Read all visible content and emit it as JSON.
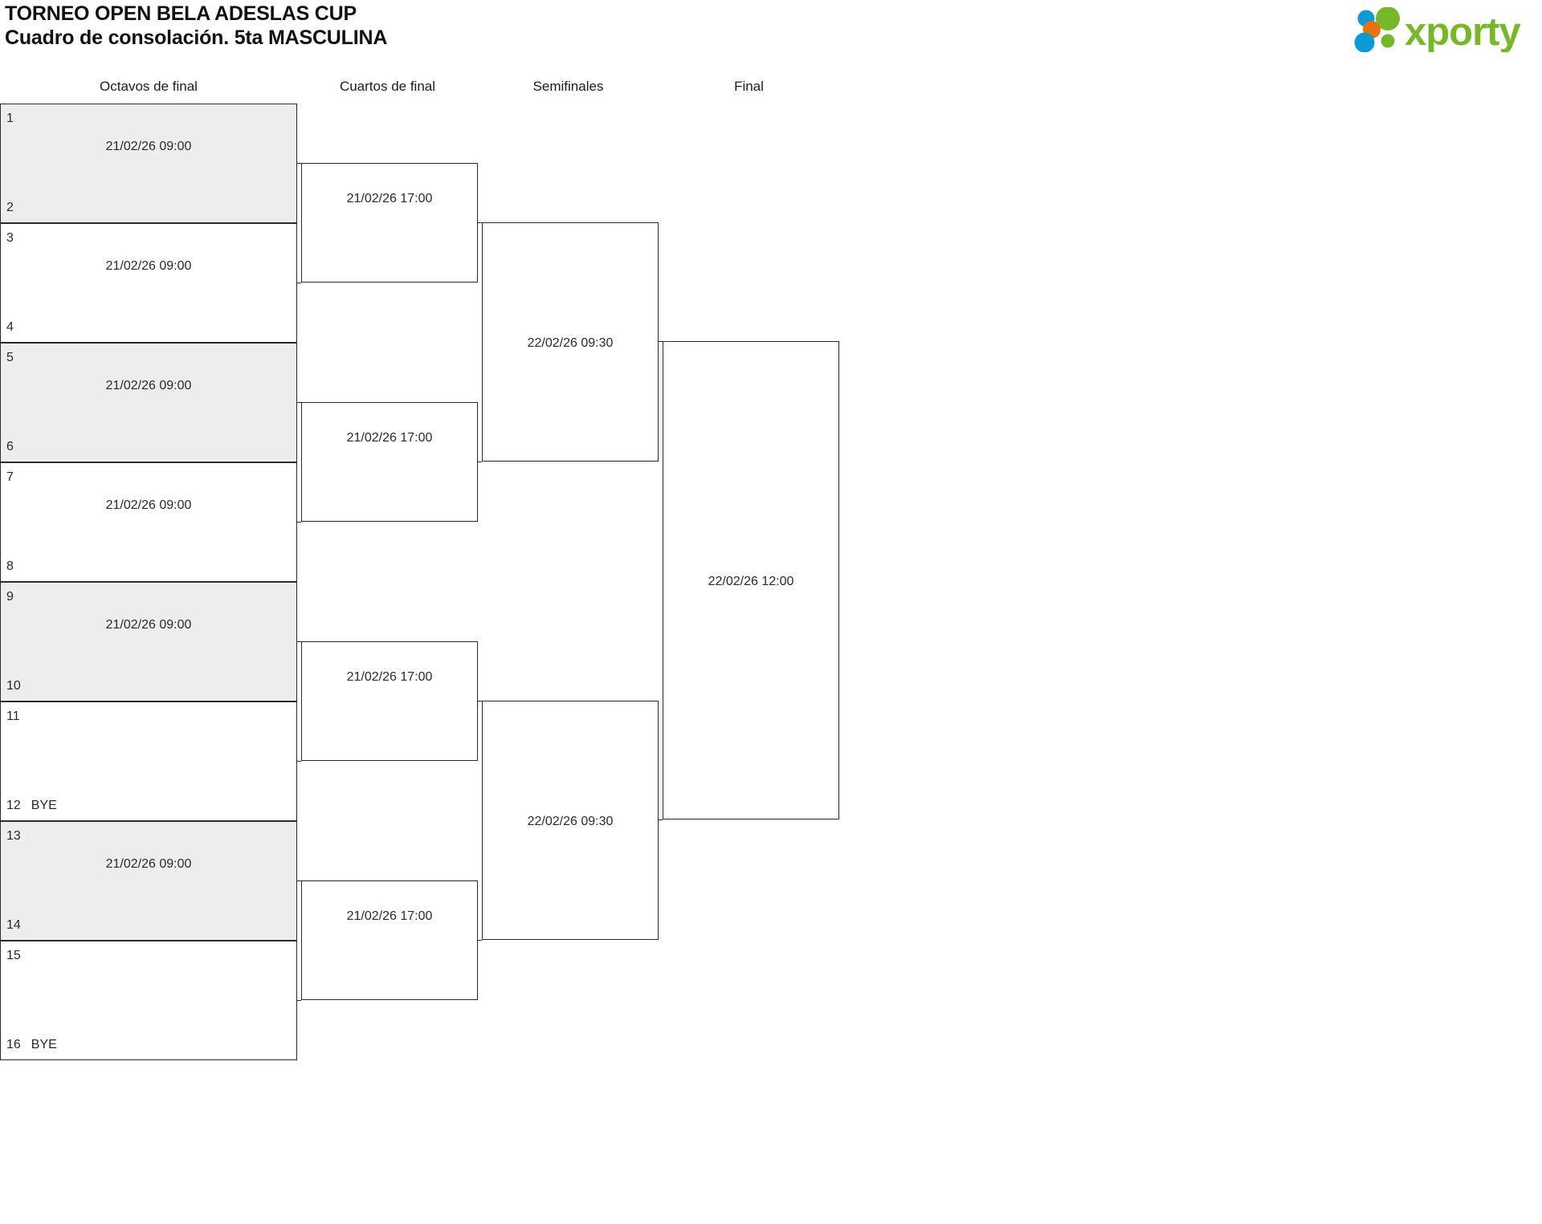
{
  "header": {
    "title_line1": "TORNEO OPEN BELA ADESLAS CUP",
    "title_line2": "Cuadro de consolación. 5ta MASCULINA",
    "logo_text": "xporty"
  },
  "colors": {
    "shaded_row": "#ededed",
    "border": "#2b2b2b",
    "text": "#2a2a2a",
    "logo_green": "#76b82a",
    "logo_blue": "#0b9ad6",
    "logo_orange": "#e8730c"
  },
  "rounds": [
    {
      "label": "Octavos de final"
    },
    {
      "label": "Cuartos de final"
    },
    {
      "label": "Semifinales"
    },
    {
      "label": "Final"
    }
  ],
  "bracket": {
    "round1": [
      {
        "seed_top": "1",
        "seed_bottom": "2",
        "top_name": "",
        "bottom_name": "",
        "date": "21/02/26 09:00",
        "shaded": true
      },
      {
        "seed_top": "3",
        "seed_bottom": "4",
        "top_name": "",
        "bottom_name": "",
        "date": "21/02/26 09:00",
        "shaded": false
      },
      {
        "seed_top": "5",
        "seed_bottom": "6",
        "top_name": "",
        "bottom_name": "",
        "date": "21/02/26 09:00",
        "shaded": true
      },
      {
        "seed_top": "7",
        "seed_bottom": "8",
        "top_name": "",
        "bottom_name": "",
        "date": "21/02/26 09:00",
        "shaded": false
      },
      {
        "seed_top": "9",
        "seed_bottom": "10",
        "top_name": "",
        "bottom_name": "",
        "date": "21/02/26 09:00",
        "shaded": true
      },
      {
        "seed_top": "11",
        "seed_bottom": "12",
        "top_name": "",
        "bottom_name": "BYE",
        "date": "",
        "shaded": false
      },
      {
        "seed_top": "13",
        "seed_bottom": "14",
        "top_name": "",
        "bottom_name": "",
        "date": "21/02/26 09:00",
        "shaded": true
      },
      {
        "seed_top": "15",
        "seed_bottom": "16",
        "top_name": "",
        "bottom_name": "BYE",
        "date": "",
        "shaded": false
      }
    ],
    "round2": [
      {
        "date": "21/02/26 17:00"
      },
      {
        "date": "21/02/26 17:00"
      },
      {
        "date": "21/02/26 17:00"
      },
      {
        "date": "21/02/26 17:00"
      }
    ],
    "round3": [
      {
        "date": "22/02/26 09:30"
      },
      {
        "date": "22/02/26 09:30"
      }
    ],
    "round4": [
      {
        "date": "22/02/26 12:00"
      }
    ]
  }
}
